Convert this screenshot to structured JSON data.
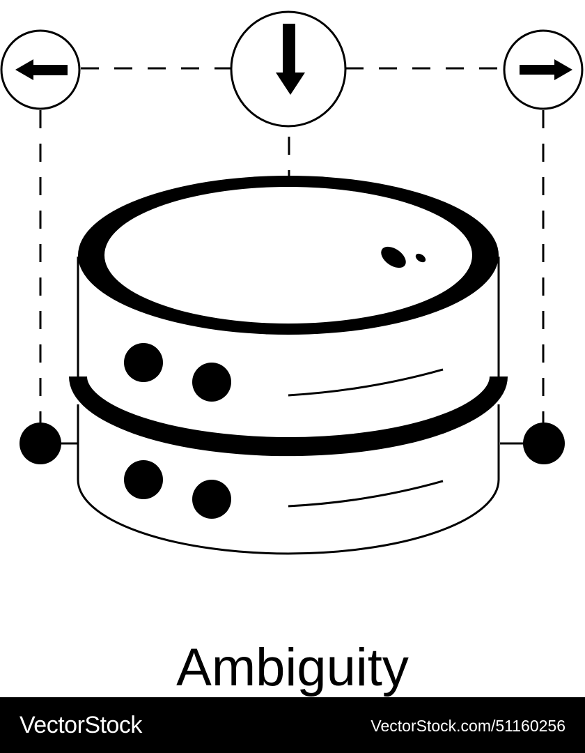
{
  "caption": "Ambiguity",
  "watermark": {
    "brand": "VectorStock",
    "url": "VectorStock.com/51160256"
  },
  "colors": {
    "ink": "#000000",
    "paper": "#ffffff",
    "watermark_bar": "#000000"
  },
  "icons": [
    "arrow-left-circle-icon",
    "arrow-down-circle-icon",
    "arrow-right-circle-icon",
    "database-icon",
    "connector-node-icon"
  ]
}
